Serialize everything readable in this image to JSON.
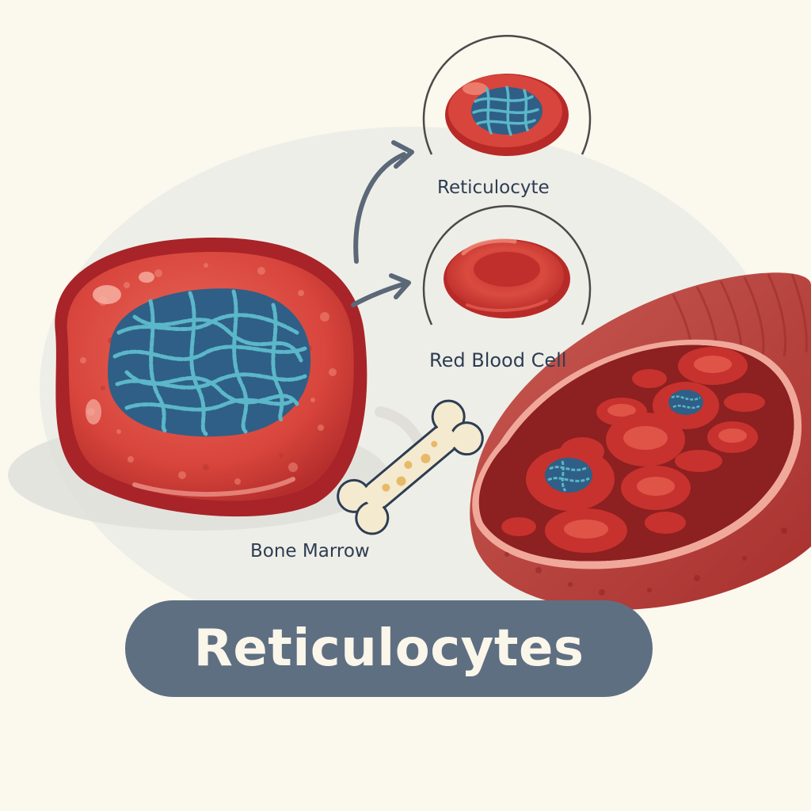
{
  "labels": {
    "reticulocyte": "Reticulocyte",
    "red_blood_cell": "Red Blood Cell",
    "bone_marrow": "Bone Marrow"
  },
  "title": "Reticulocytes",
  "colors": {
    "background": "#fbf8ee",
    "cell_red": "#d8453c",
    "cell_dark_red": "#a82428",
    "reticulum_blue": "#5bb7c9",
    "reticulum_dark": "#2f5f86",
    "bone": "#f3ead0",
    "arrow": "#5a6878",
    "title_pill": "#5f6f82",
    "title_text": "#fbf6ea"
  },
  "icons": [
    "large-reticulocyte-illustration",
    "reticulocyte-icon",
    "red-blood-cell-icon",
    "bone-icon",
    "blood-vessel-illustration",
    "arrow-icon"
  ]
}
